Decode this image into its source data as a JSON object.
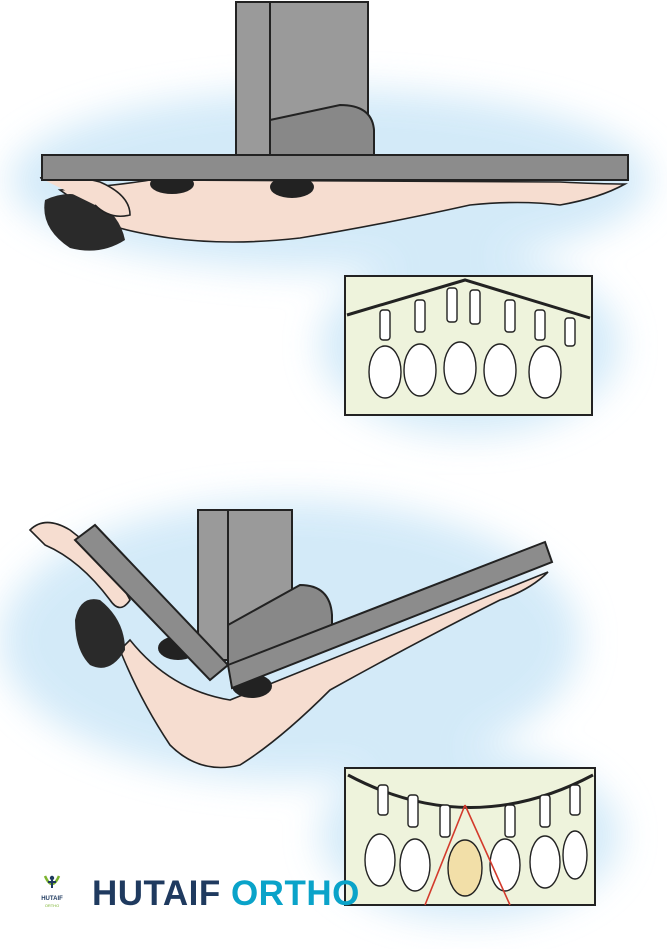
{
  "brand": {
    "name_part1": "HUTAIF",
    "name_part2": "ORTHO",
    "mark_line1": "HUTAIF",
    "mark_line2": "ORTHO"
  },
  "colors": {
    "brand_dark": "#1f3a5f",
    "brand_accent": "#0aa3c9",
    "skin": "#f6ddd0",
    "table": "#8c8c8c",
    "inset_bg": "#eef3dc",
    "glow": "#cfe8f8",
    "highlight_bone": "#f2dfa8",
    "angle_lines": "#d33a2c"
  },
  "figures": [
    {
      "id": "prone-flat",
      "inset": "spine-extension"
    },
    {
      "id": "prone-flexed",
      "inset": "spine-flexion-wedge"
    }
  ]
}
